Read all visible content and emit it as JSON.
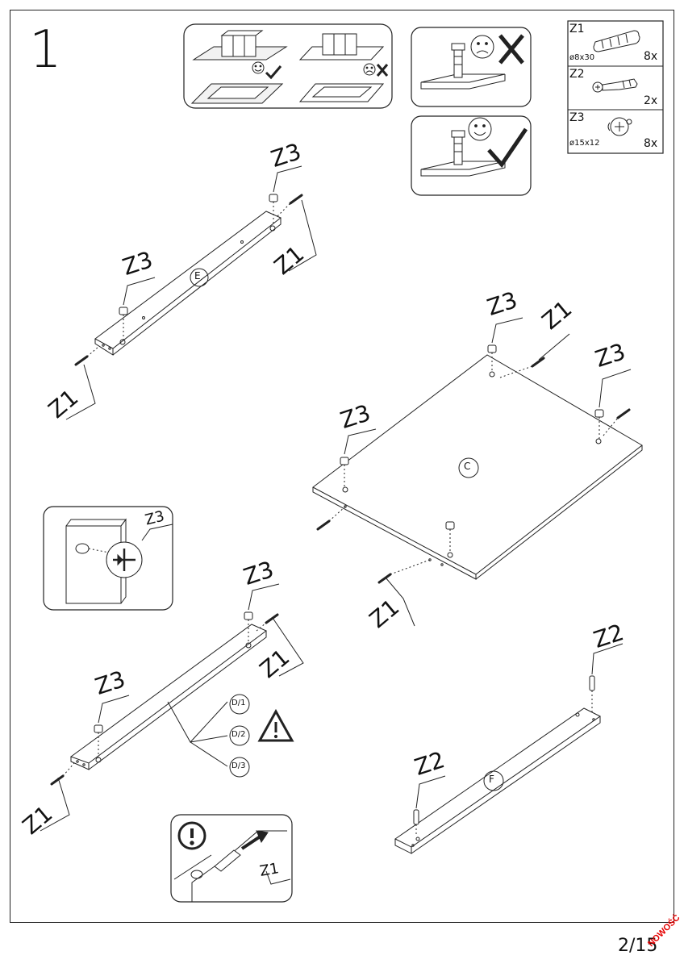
{
  "step": {
    "number": "1"
  },
  "parts_table": {
    "rows": [
      {
        "code": "Z1",
        "size": "ø8x30",
        "qty": "8x",
        "icon": "wooden-dowel"
      },
      {
        "code": "Z2",
        "size": "",
        "qty": "2x",
        "icon": "cam-bolt"
      },
      {
        "code": "Z3",
        "size": "ø15x12",
        "qty": "8x",
        "icon": "cam-lock"
      }
    ]
  },
  "panels": {
    "E": "E",
    "C": "C",
    "F": "F",
    "D1": "D/1",
    "D2": "D/2",
    "D3": "D/3"
  },
  "labels": {
    "z1": "Z1",
    "z2": "Z2",
    "z3": "Z3"
  },
  "footer": {
    "page": "2/15",
    "stamp": "NOWOŚĆ"
  },
  "icons": [
    "happy-face-icon",
    "sad-face-icon",
    "check-icon",
    "cross-icon",
    "warning-icon",
    "exclamation-icon",
    "screwdriver-icon"
  ]
}
